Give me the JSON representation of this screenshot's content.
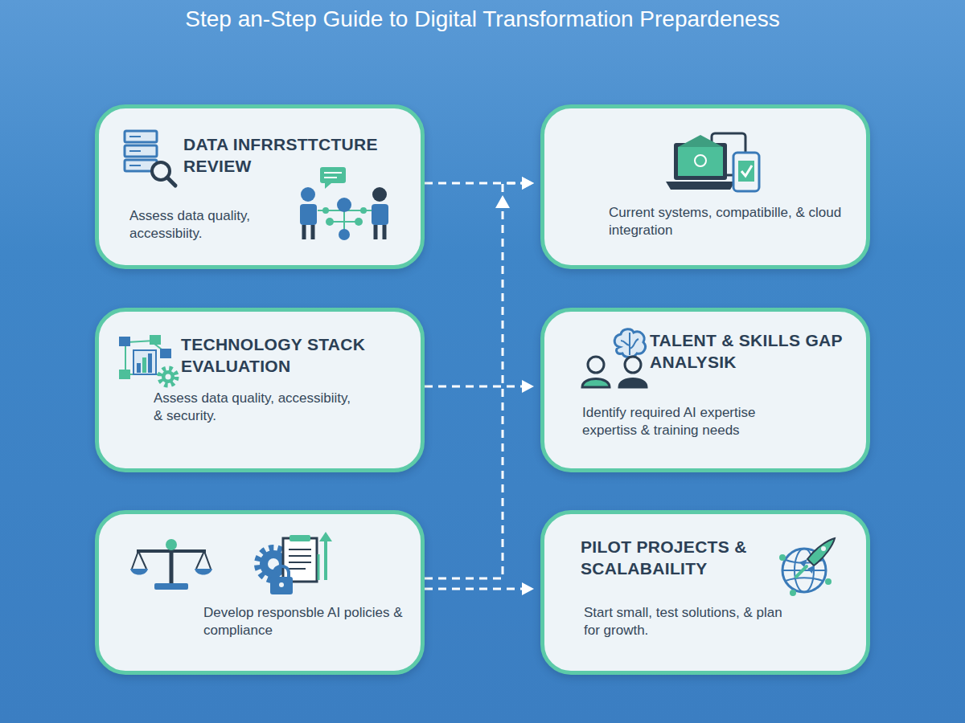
{
  "diagram": {
    "title": "Step an-Step Guide to Digital Transformation Prepardeness",
    "nodes": [
      {
        "text": [
          "DATA INFRRSTTCTURE REVIEW",
          "Assess data quality, accessibiity."
        ]
      },
      {
        "text": [
          "Current systems, compatibille, & cloud integration"
        ]
      },
      {
        "text": [
          "TECHNOLOGY STACK EVALUATION",
          "Assess data quality, accessibiity, & security."
        ]
      },
      {
        "text": [
          "TALENT & SKILLS GAP ANALYSIK",
          "Identify required AI expertise expertiss & training needs"
        ]
      },
      {
        "text": [
          "Develop responsble AI policies & compliance"
        ]
      },
      {
        "text": [
          "PILOT PROJECTS & SCALABAILITY",
          "Start small, test solutions, & plan for growth."
        ]
      }
    ],
    "edges": [
      {
        "from": 0,
        "to": 1,
        "arrow": "to"
      },
      {
        "from": 2,
        "to": 3,
        "arrow": "to"
      },
      {
        "from": 4,
        "to": 5,
        "arrow": "to"
      },
      {
        "from": 4,
        "to": 1,
        "arrow": "to"
      }
    ]
  }
}
